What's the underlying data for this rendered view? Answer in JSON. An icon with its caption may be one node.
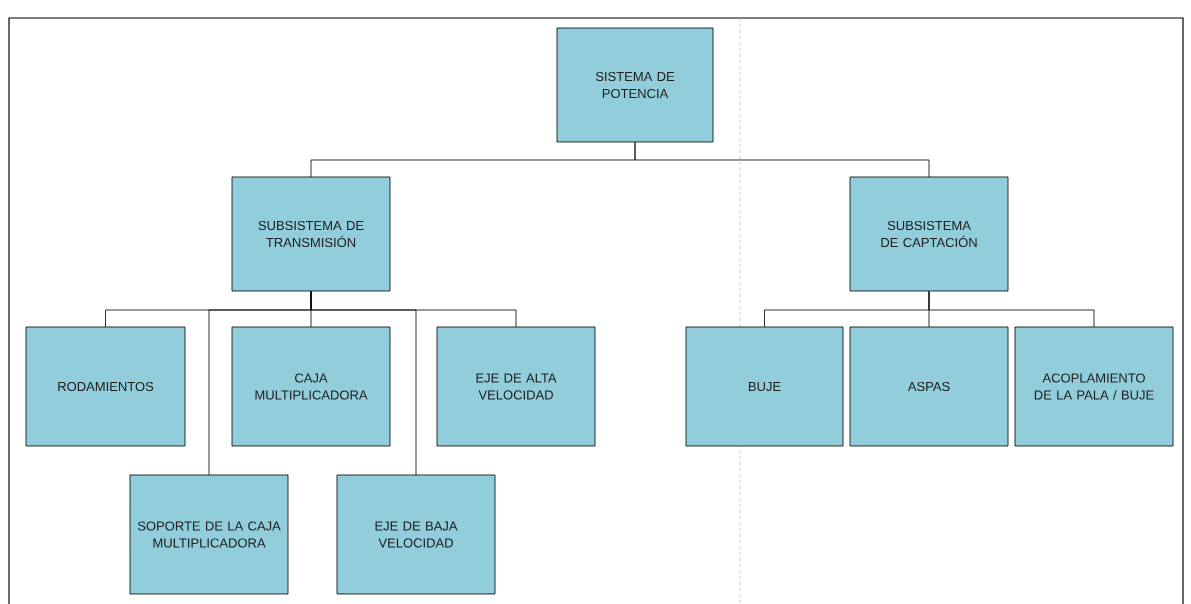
{
  "diagram": {
    "nodes": [
      {
        "text": [
          "SISTEMA DE POTENCIA"
        ]
      },
      {
        "text": [
          "SUBSISTEMA DE TRANSMISIÓN"
        ]
      },
      {
        "text": [
          "SUBSISTEMA DE CAPTACIÓN"
        ]
      },
      {
        "text": [
          "RODAMIENTOS"
        ]
      },
      {
        "text": [
          "CAJA MULTIPLICADORA"
        ]
      },
      {
        "text": [
          "EJE DE ALTA VELOCIDAD"
        ]
      },
      {
        "text": [
          "BUJE"
        ]
      },
      {
        "text": [
          "ASPAS"
        ]
      },
      {
        "text": [
          "ACOPLAMIENTO DE LA PALA / BUJE"
        ]
      },
      {
        "text": [
          "SOPORTE DE LA CAJA MULTIPLICADORA"
        ]
      },
      {
        "text": [
          "EJE DE BAJA VELOCIDAD"
        ]
      }
    ],
    "edges": [
      {
        "from": 0,
        "to": 1,
        "arrow": "none"
      },
      {
        "from": 0,
        "to": 2,
        "arrow": "none"
      },
      {
        "from": 1,
        "to": 3,
        "arrow": "none"
      },
      {
        "from": 1,
        "to": 9,
        "arrow": "none"
      },
      {
        "from": 1,
        "to": 4,
        "arrow": "none"
      },
      {
        "from": 1,
        "to": 10,
        "arrow": "none"
      },
      {
        "from": 1,
        "to": 5,
        "arrow": "none"
      },
      {
        "from": 2,
        "to": 6,
        "arrow": "none"
      },
      {
        "from": 2,
        "to": 7,
        "arrow": "none"
      },
      {
        "from": 2,
        "to": 8,
        "arrow": "none"
      }
    ]
  }
}
